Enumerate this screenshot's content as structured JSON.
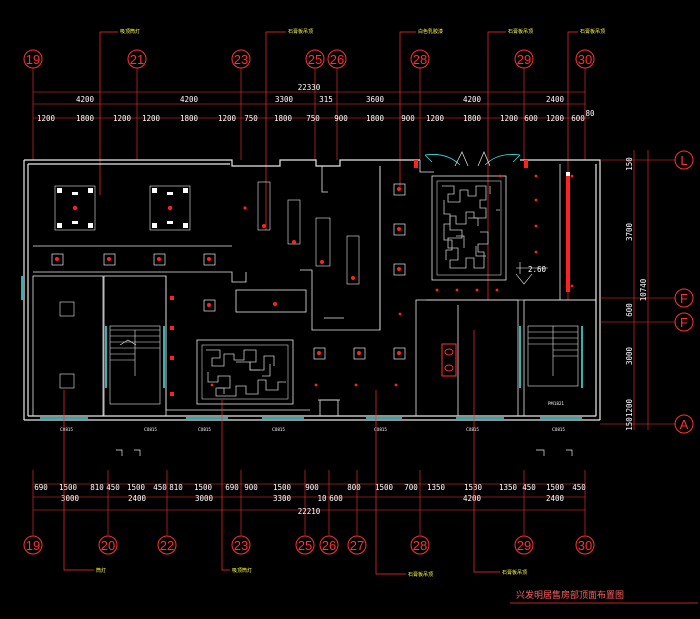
{
  "colors": {
    "background": "#000000",
    "axis": "#ff3030",
    "dimension": "#ffffff",
    "dimension_line": "#ff3030",
    "wall": "#e8e8e8",
    "window": "#40e0e0",
    "note": "#ffff40",
    "fixture": "#ff2020",
    "ceiling_grid": "#d0d0d0"
  },
  "top_axes": [
    "19",
    "21",
    "23",
    "25",
    "26",
    "28",
    "29",
    "30"
  ],
  "bottom_axes": [
    "19",
    "20",
    "22",
    "23",
    "25",
    "26",
    "27",
    "28",
    "29",
    "30"
  ],
  "side_axes": [
    "L",
    "F",
    "F",
    "A"
  ],
  "top_total": "22330",
  "top_mid": [
    "4200",
    "4200",
    "3300",
    "315",
    "3600",
    "4200",
    "2400"
  ],
  "top_detail": [
    "1200",
    "1800",
    "1200",
    "1200",
    "1800",
    "1200",
    "750",
    "1800",
    "750",
    "900",
    "1800",
    "900",
    "1200",
    "1800",
    "1200",
    "600",
    "1200",
    "600",
    "80"
  ],
  "bottom_total": "22210",
  "bottom_mid": [
    "3000",
    "2400",
    "3000",
    "3300",
    "10",
    "600",
    "4200",
    "2400"
  ],
  "bottom_detail": [
    "690",
    "1500",
    "810",
    "450",
    "1500",
    "450",
    "810",
    "1500",
    "690",
    "900",
    "1500",
    "900",
    "800",
    "1500",
    "700",
    "1350",
    "1530",
    "1350",
    "450",
    "1500",
    "450"
  ],
  "side_total": "10740",
  "side_dims": [
    "150",
    "3700",
    "600",
    "3000",
    "1200",
    "150"
  ],
  "elevation_label": "2.60",
  "note_labels": [
    "吸顶筒灯",
    "石膏板吊顶",
    "白色乳胶漆",
    "石膏板吊顶",
    "石膏板吊顶"
  ],
  "bottom_note_labels": [
    "筒灯",
    "吸顶筒灯",
    "石膏板吊顶",
    "石膏板吊顶"
  ],
  "window_tags": [
    "C0815",
    "C0815",
    "C0815",
    "C0815",
    "C0815",
    "C0815",
    "C0815"
  ],
  "room_tags": [
    "PM1821"
  ],
  "title": "兴发明居售房部顶面布置图"
}
